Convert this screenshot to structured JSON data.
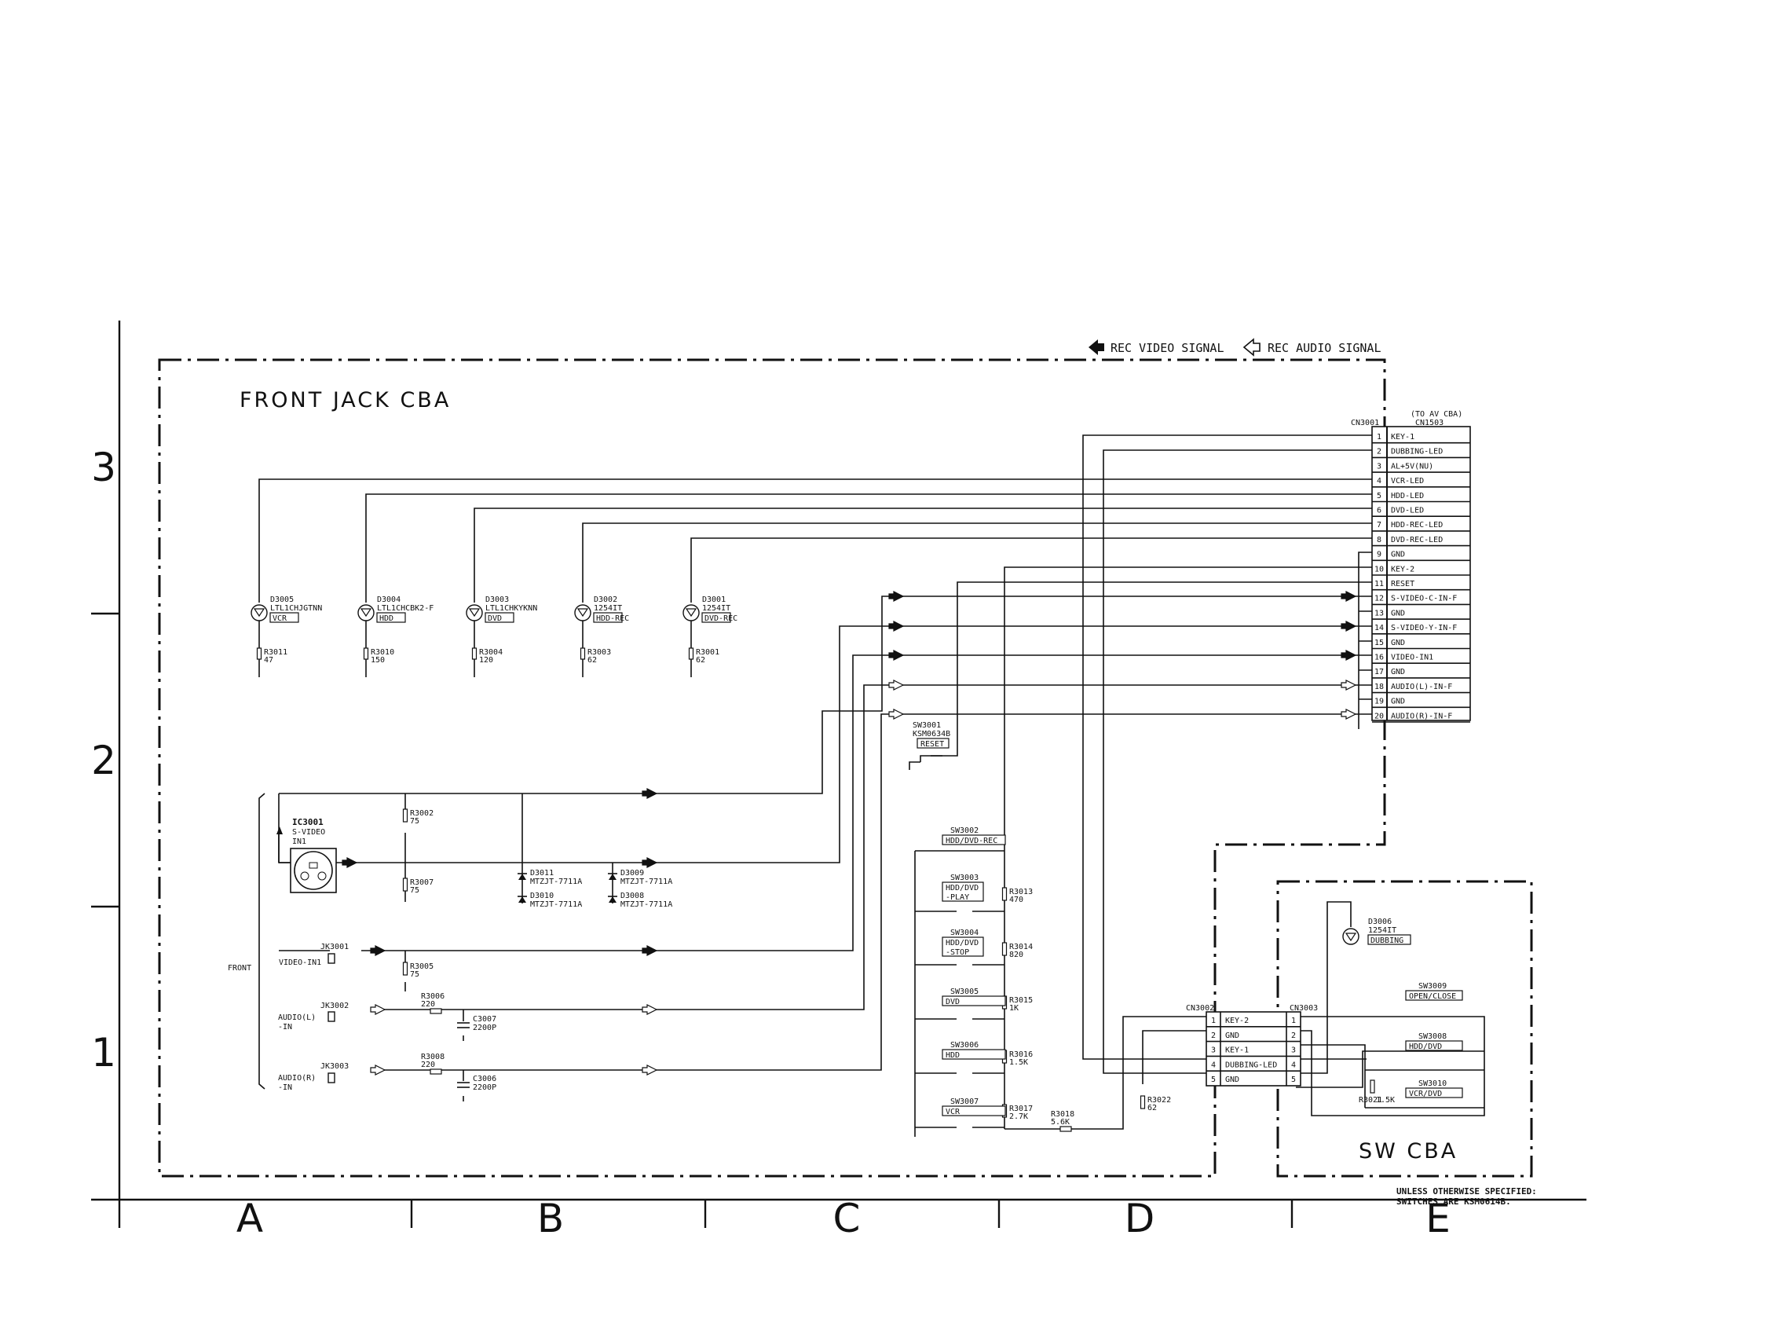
{
  "legend": {
    "video": "REC VIDEO SIGNAL",
    "audio": "REC AUDIO SIGNAL"
  },
  "front_title": "FRONT JACK CBA",
  "sw_title": "SW CBA",
  "rows": [
    "3",
    "2",
    "1"
  ],
  "cols": [
    "A",
    "B",
    "C",
    "D",
    "E"
  ],
  "cn3001": {
    "label": "CN3001",
    "note1": "(TO AV CBA)",
    "note2": "CN1503"
  },
  "cn3001_pins": [
    {
      "n": "1",
      "name": "KEY-1"
    },
    {
      "n": "2",
      "name": "DUBBING-LED"
    },
    {
      "n": "3",
      "name": "AL+5V(NU)"
    },
    {
      "n": "4",
      "name": "VCR-LED"
    },
    {
      "n": "5",
      "name": "HDD-LED"
    },
    {
      "n": "6",
      "name": "DVD-LED"
    },
    {
      "n": "7",
      "name": "HDD-REC-LED"
    },
    {
      "n": "8",
      "name": "DVD-REC-LED"
    },
    {
      "n": "9",
      "name": "GND"
    },
    {
      "n": "10",
      "name": "KEY-2"
    },
    {
      "n": "11",
      "name": "RESET"
    },
    {
      "n": "12",
      "name": "S-VIDEO-C-IN-F"
    },
    {
      "n": "13",
      "name": "GND"
    },
    {
      "n": "14",
      "name": "S-VIDEO-Y-IN-F"
    },
    {
      "n": "15",
      "name": "GND"
    },
    {
      "n": "16",
      "name": "VIDEO-IN1"
    },
    {
      "n": "17",
      "name": "GND"
    },
    {
      "n": "18",
      "name": "AUDIO(L)-IN-F"
    },
    {
      "n": "19",
      "name": "GND"
    },
    {
      "n": "20",
      "name": "AUDIO(R)-IN-F"
    }
  ],
  "leds": [
    {
      "ref": "D3005",
      "part": "LTL1CHJGTNN",
      "tag": "VCR",
      "r": "R3011",
      "rv": "47"
    },
    {
      "ref": "D3004",
      "part": "LTL1CHCBK2-F",
      "tag": "HDD",
      "r": "R3010",
      "rv": "150"
    },
    {
      "ref": "D3003",
      "part": "LTL1CHKYKNN",
      "tag": "DVD",
      "r": "R3004",
      "rv": "120"
    },
    {
      "ref": "D3002",
      "part": "1254IT",
      "tag": "HDD-REC",
      "r": "R3003",
      "rv": "62"
    },
    {
      "ref": "D3001",
      "part": "1254IT",
      "tag": "DVD-REC",
      "r": "R3001",
      "rv": "62"
    }
  ],
  "ic3001": {
    "ref": "IC3001",
    "l1": "S-VIDEO",
    "l2": "IN1"
  },
  "front_label": "FRONT",
  "jacks": [
    {
      "ref": "JK3001",
      "label": "VIDEO-IN1"
    },
    {
      "ref": "JK3002",
      "label": "AUDIO(L)",
      "label2": "-IN"
    },
    {
      "ref": "JK3003",
      "label": "AUDIO(R)",
      "label2": "-IN"
    }
  ],
  "parts": {
    "r3002": {
      "ref": "R3002",
      "v": "75"
    },
    "r3007": {
      "ref": "R3007",
      "v": "75"
    },
    "r3005": {
      "ref": "R3005",
      "v": "75"
    },
    "r3006": {
      "ref": "R3006",
      "v": "220"
    },
    "r3008": {
      "ref": "R3008",
      "v": "220"
    },
    "c3007": {
      "ref": "C3007",
      "v": "2200P"
    },
    "c3006": {
      "ref": "C3006",
      "v": "2200P"
    },
    "d3011": {
      "ref": "D3011",
      "v": "MTZJT-7711A"
    },
    "d3010": {
      "ref": "D3010",
      "v": "MTZJT-7711A"
    },
    "d3009": {
      "ref": "D3009",
      "v": "MTZJT-7711A"
    },
    "d3008": {
      "ref": "D3008",
      "v": "MTZJT-7711A"
    },
    "r3013": {
      "ref": "R3013",
      "v": "470"
    },
    "r3014": {
      "ref": "R3014",
      "v": "820"
    },
    "r3015": {
      "ref": "R3015",
      "v": "1K"
    },
    "r3016": {
      "ref": "R3016",
      "v": "1.5K"
    },
    "r3017": {
      "ref": "R3017",
      "v": "2.7K"
    },
    "r3018": {
      "ref": "R3018",
      "v": "5.6K"
    },
    "r3022": {
      "ref": "R3022",
      "v": "62"
    },
    "r3021": {
      "ref": "R3021",
      "v": "1.5K"
    },
    "d3006": {
      "ref": "D3006",
      "v": "1254IT",
      "tag": "DUBBING"
    }
  },
  "sw3001": {
    "ref": "SW3001",
    "part": "KSM0634B",
    "tag": "RESET"
  },
  "switches": [
    {
      "ref": "SW3002",
      "tag": "HDD/DVD-REC"
    },
    {
      "ref": "SW3003",
      "tag": "HDD/DVD",
      "tag2": "-PLAY"
    },
    {
      "ref": "SW3004",
      "tag": "HDD/DVD",
      "tag2": "-STOP"
    },
    {
      "ref": "SW3005",
      "tag": "DVD"
    },
    {
      "ref": "SW3006",
      "tag": "HDD"
    },
    {
      "ref": "SW3007",
      "tag": "VCR"
    }
  ],
  "sw_cba_switches": [
    {
      "ref": "SW3009",
      "tag": "OPEN/CLOSE"
    },
    {
      "ref": "SW3008",
      "tag": "HDD/DVD"
    },
    {
      "ref": "SW3010",
      "tag": "VCR/DVD"
    }
  ],
  "cn3002": {
    "label": "CN3002",
    "label2": "CN3003"
  },
  "cn3002_pins": [
    {
      "n": "1",
      "name": "KEY-2"
    },
    {
      "n": "2",
      "name": "GND"
    },
    {
      "n": "3",
      "name": "KEY-1"
    },
    {
      "n": "4",
      "name": "DUBBING-LED"
    },
    {
      "n": "5",
      "name": "GND"
    }
  ],
  "note": {
    "l1": "UNLESS OTHERWISE SPECIFIED:",
    "l2": "SWITCHES ARE KSM0614B."
  }
}
